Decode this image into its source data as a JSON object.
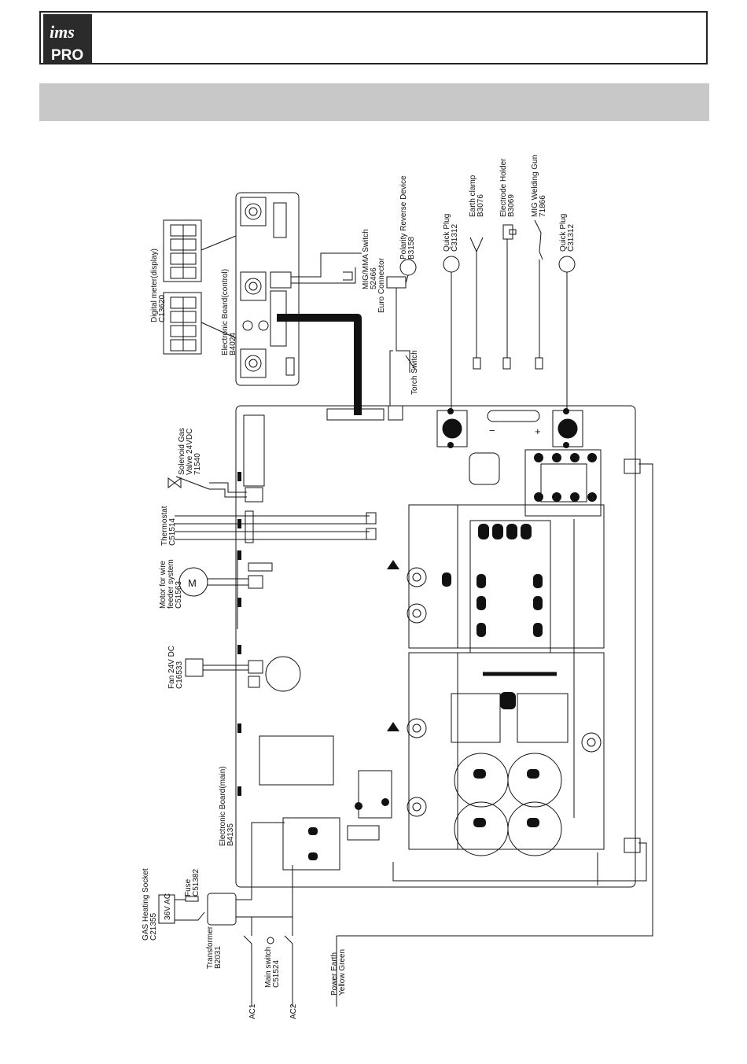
{
  "logo": {
    "top": "ims",
    "bottom": "PRO"
  },
  "labels": {
    "digital_meter_name": "Digital meter(display)",
    "digital_meter_code": "C13620",
    "board_control_name": "Electronic Board(control)",
    "board_control_code": "B4024",
    "mig_mma_name": "MIG/MMA Switch",
    "mig_mma_code": "52466",
    "euro_connector": "Euro Connector",
    "polarity_name": "Polarity Reverse Device",
    "polarity_code": "B3158",
    "quick_plug_1_name": "Quick Plug",
    "quick_plug_1_code": "C31312",
    "earth_clamp_name": "Earth clamp",
    "earth_clamp_code": "B3076",
    "electrode_holder_name": "Electrode Holder",
    "electrode_holder_code": "B3069",
    "mig_gun_name": "MIG Welding Gun",
    "mig_gun_code": "71866",
    "quick_plug_2_name": "Quick Plug",
    "quick_plug_2_code": "C31312",
    "torch_switch": "Torch Switch",
    "solenoid_name_1": "Solenoid Gas",
    "solenoid_name_2": "Valve 24VDC",
    "solenoid_code": "71540",
    "thermostat_name": "Thermostat",
    "thermostat_code": "C51514",
    "motor_name_1": "Motor for wire",
    "motor_name_2": "feeder system",
    "motor_code": "C51563",
    "motor_symbol": "M",
    "fan_name": "Fan 24V DC",
    "fan_code": "C16533",
    "board_main_name": "Electronic Board(main)",
    "board_main_code": "B4135",
    "gas_socket_name": "GAS Heating Socket",
    "gas_socket_code": "C21355",
    "gas_socket_voltage": "36V AC",
    "fuse_name": "Fuse",
    "fuse_code": "C51382",
    "transformer_name": "Transformer",
    "transformer_code": "B2031",
    "main_switch_name": "Main switch",
    "main_switch_code": "C51524",
    "power_earth_1": "Power Earth",
    "power_earth_2": "Yellow Green",
    "ac1": "AC1",
    "ac2": "AC2",
    "minus": "−",
    "plus": "+"
  },
  "colors": {
    "line": "#111111",
    "header_bar": "#c8c8c8",
    "logo_bg": "#2b2b2b"
  }
}
